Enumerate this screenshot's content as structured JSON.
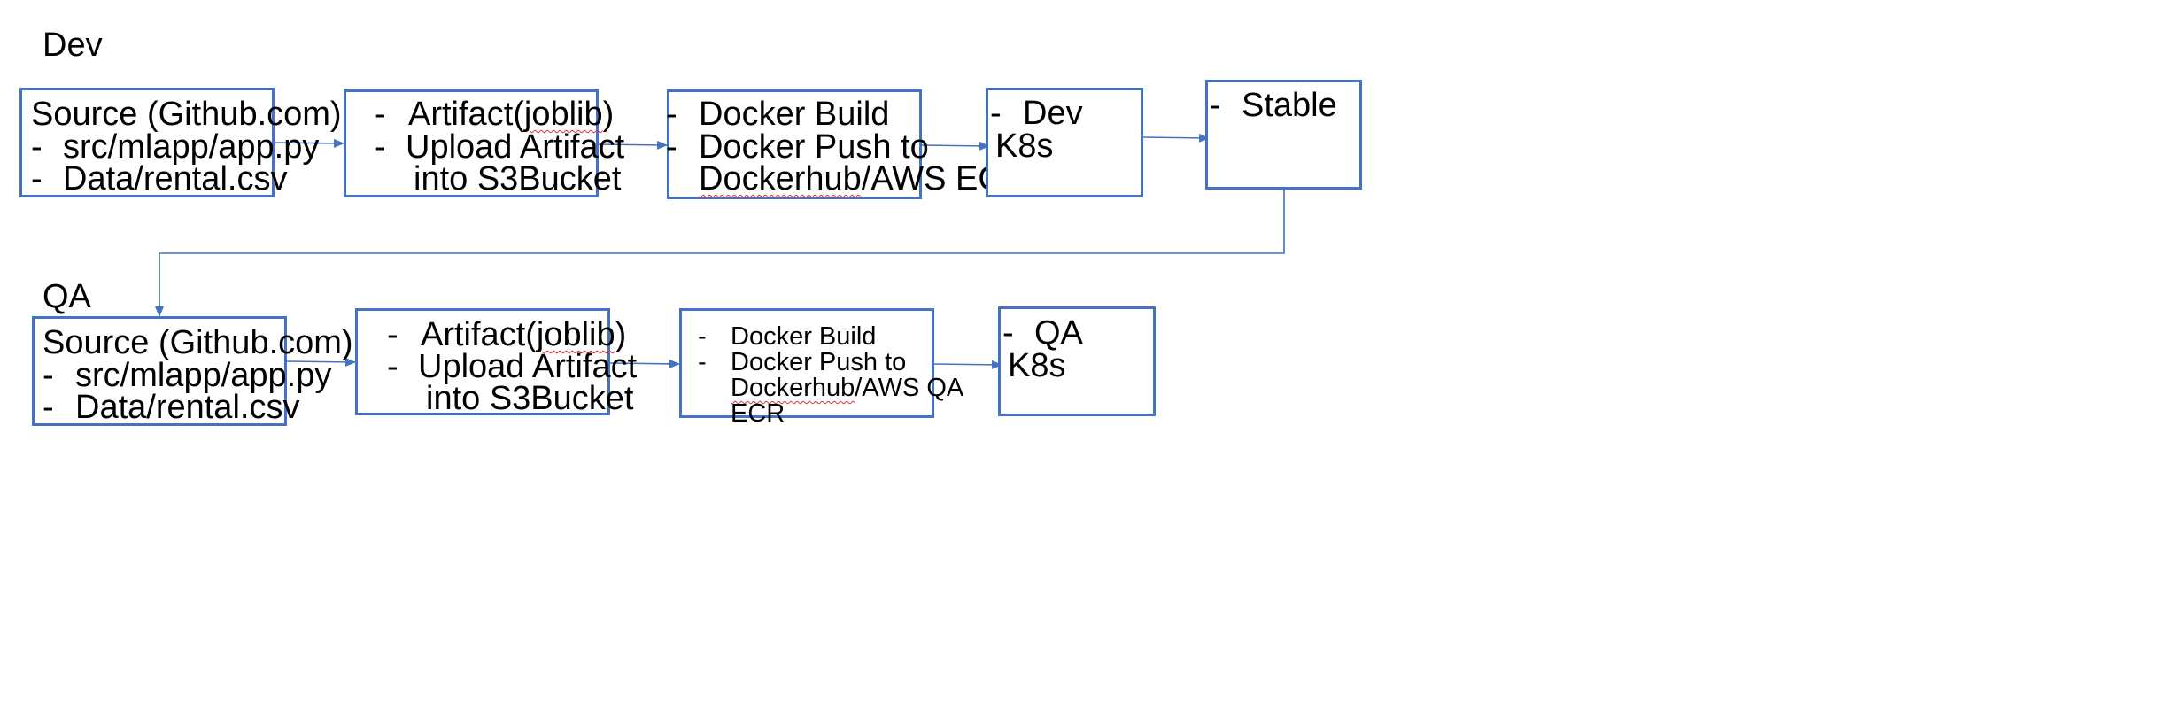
{
  "diagram": {
    "colors": {
      "box_border": "#4472C4",
      "connector": "#4472C4",
      "spellcheck": "#e03030"
    },
    "rows": [
      {
        "label": "Dev",
        "nodes": [
          {
            "id": "dev-source",
            "lines": [
              {
                "text": "Source (Github.com)"
              },
              {
                "bullet": "-",
                "text": "src/mlapp/app.py"
              },
              {
                "bullet": "-",
                "text": "Data/rental.csv"
              }
            ]
          },
          {
            "id": "dev-artifact",
            "lines": [
              {
                "bullet": "-",
                "pre": "Artifact(",
                "word": "joblib",
                "post": ")"
              },
              {
                "bullet": "-",
                "text": "Upload Artifact"
              },
              {
                "text": "into S3Bucket"
              }
            ]
          },
          {
            "id": "dev-docker",
            "lines": [
              {
                "bullet": "-",
                "text": "Docker Build"
              },
              {
                "bullet": "-",
                "text": "Docker Push to"
              },
              {
                "word": "Dockerhub",
                "post": "/AWS ECR"
              }
            ]
          },
          {
            "id": "dev-k8s",
            "lines": [
              {
                "bullet": "-",
                "text": "Dev"
              },
              {
                "text": "K8s"
              }
            ]
          },
          {
            "id": "dev-stable",
            "lines": [
              {
                "bullet": "-",
                "text": "Stable"
              }
            ]
          }
        ]
      },
      {
        "label": "QA",
        "nodes": [
          {
            "id": "qa-source",
            "lines": [
              {
                "text": "Source (Github.com)"
              },
              {
                "bullet": "-",
                "text": "src/mlapp/app.py"
              },
              {
                "bullet": "-",
                "text": "Data/rental.csv"
              }
            ]
          },
          {
            "id": "qa-artifact",
            "lines": [
              {
                "bullet": "-",
                "pre": "Artifact(",
                "word": "joblib",
                "post": ")"
              },
              {
                "bullet": "-",
                "text": "Upload Artifact"
              },
              {
                "text": "into S3Bucket"
              }
            ]
          },
          {
            "id": "qa-docker",
            "lines": [
              {
                "bullet": "-",
                "text": "Docker Build"
              },
              {
                "bullet": "-",
                "text": "Docker Push to"
              },
              {
                "word": "Dockerhub",
                "post": "/AWS QA"
              },
              {
                "text": "ECR"
              }
            ]
          },
          {
            "id": "qa-k8s",
            "lines": [
              {
                "bullet": "-",
                "text": "QA"
              },
              {
                "text": "K8s"
              }
            ]
          }
        ]
      }
    ],
    "edges": [
      {
        "from": "dev-source",
        "to": "dev-artifact"
      },
      {
        "from": "dev-artifact",
        "to": "dev-docker"
      },
      {
        "from": "dev-docker",
        "to": "dev-k8s"
      },
      {
        "from": "dev-k8s",
        "to": "dev-stable"
      },
      {
        "from": "dev-stable",
        "to": "qa-source"
      },
      {
        "from": "qa-source",
        "to": "qa-artifact"
      },
      {
        "from": "qa-artifact",
        "to": "qa-docker"
      },
      {
        "from": "qa-docker",
        "to": "qa-k8s"
      }
    ]
  }
}
